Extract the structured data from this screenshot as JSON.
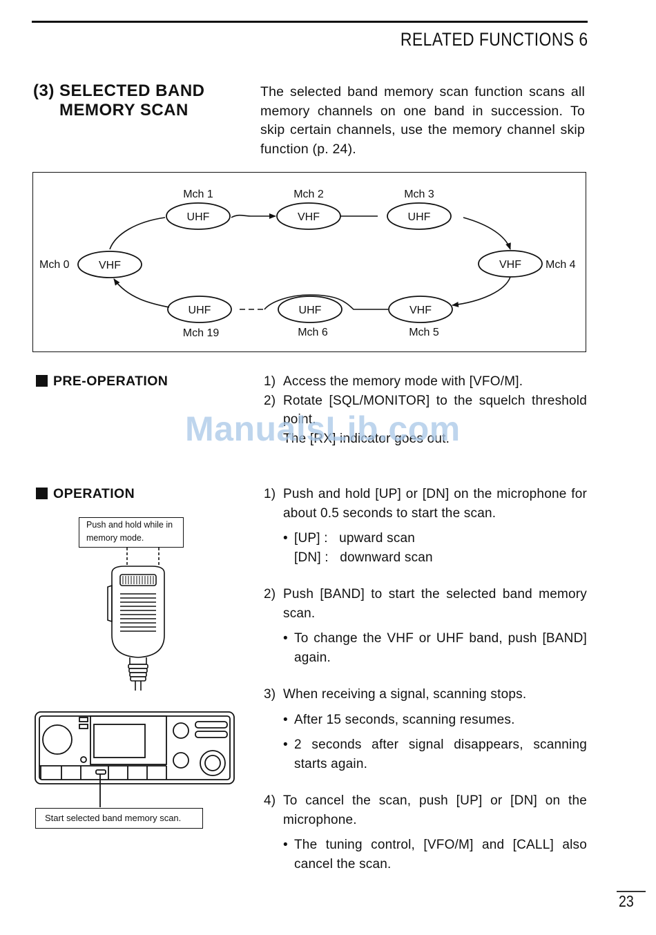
{
  "header": {
    "section": "RELATED FUNCTIONS 6"
  },
  "title": {
    "line1": "(3) SELECTED BAND",
    "line2": "MEMORY SCAN"
  },
  "intro": "The selected band memory scan function scans all memory channels on one band in succession. To skip certain channels, use the memory channel skip function (p. 24).",
  "diagram": {
    "nodes": [
      {
        "id": "mch0",
        "band": "VHF",
        "label": "Mch 0"
      },
      {
        "id": "mch1",
        "band": "UHF",
        "label": "Mch 1"
      },
      {
        "id": "mch2",
        "band": "VHF",
        "label": "Mch 2"
      },
      {
        "id": "mch3",
        "band": "UHF",
        "label": "Mch 3"
      },
      {
        "id": "mch4",
        "band": "VHF",
        "label": "Mch 4"
      },
      {
        "id": "mch5",
        "band": "VHF",
        "label": "Mch 5"
      },
      {
        "id": "mch6",
        "band": "UHF",
        "label": "Mch 6"
      },
      {
        "id": "mch19",
        "band": "UHF",
        "label": "Mch 19"
      }
    ]
  },
  "pre_operation": {
    "heading": "PRE-OPERATION",
    "steps": [
      {
        "num": "1)",
        "text": "Access the memory mode with [VFO/M]."
      },
      {
        "num": "2)",
        "text": "Rotate [SQL/MONITOR] to the squelch threshold point."
      },
      {
        "num": "",
        "text": "The [RX] indicator goes out."
      }
    ]
  },
  "operation": {
    "heading": "OPERATION",
    "steps": [
      {
        "num": "1)",
        "text": "Push and hold [UP] or [DN] on the microphone for about 0.5 seconds to start the scan.",
        "bullets": [
          "[UP] :   upward scan",
          "[DN] :   downward scan"
        ]
      },
      {
        "num": "2)",
        "text": "Push [BAND] to start the selected band memory scan.",
        "bullets": [
          "To change the VHF or UHF band, push [BAND] again."
        ]
      },
      {
        "num": "3)",
        "text": "When receiving a signal, scanning stops.",
        "bullets": [
          "After 15 seconds, scanning resumes.",
          "2 seconds after signal disappears, scanning starts again."
        ]
      },
      {
        "num": "4)",
        "text": "To cancel the scan, push [UP] or [DN] on the microphone.",
        "bullets": [
          "The tuning control, [VFO/M] and [CALL] also cancel the scan."
        ]
      }
    ]
  },
  "callouts": {
    "mic": "Push and hold while in memory mode.",
    "radio": "Start selected band memory scan."
  },
  "watermark": "ManualsLib.com",
  "page_number": "23"
}
